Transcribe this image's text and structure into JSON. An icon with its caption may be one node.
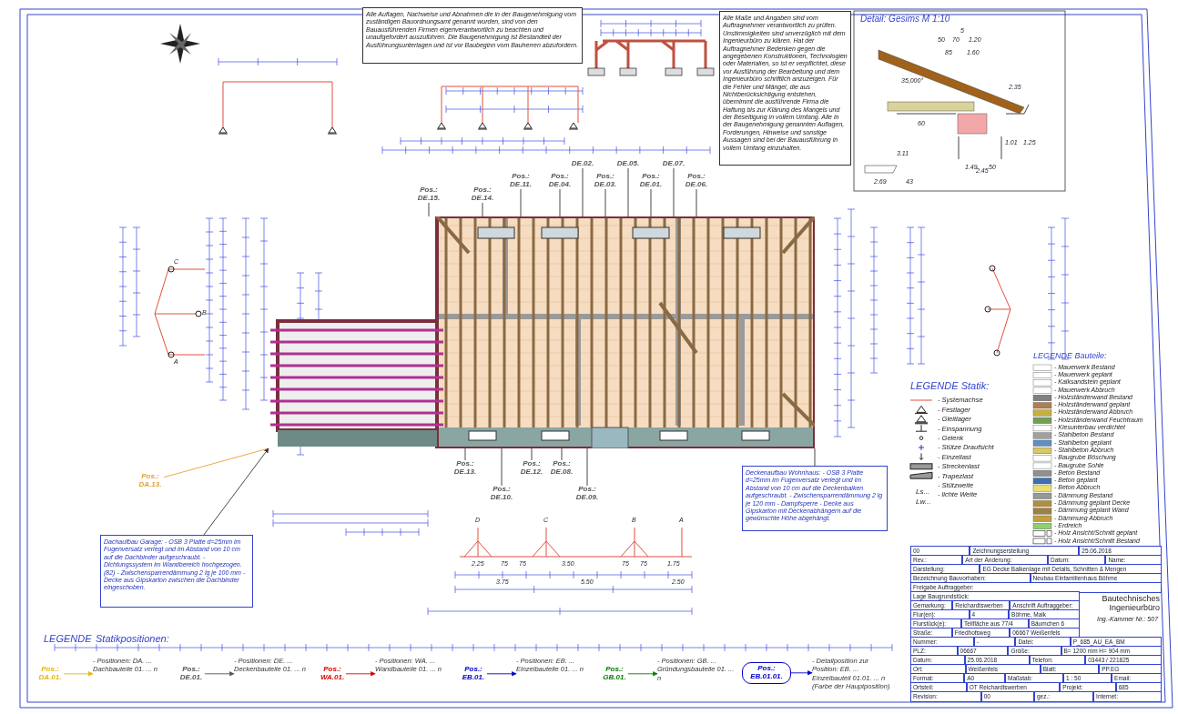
{
  "diagram": {
    "nodes": [
      {
        "text": [
          "Alle Auflagen, Nachweise und Abnahmen die in der Baugenehmigung vom zuständigen Bauordnungsamt genannt wurden, sind von den Bauausführenden Firmen eigenverantwortlich zu beachten und unaufgefordert auszuführen. Die Baugenehmigung ist Bestandteil der Ausführungsunterlagen und ist vor Baubeginn vom Bauherren abzufordern."
        ]
      },
      {
        "text": [
          "Alle Maße und Angaben sind vom Auftragnehmer verantwortlich zu prüfen. Unstimmigkeiten sind unverzüglich mit dem Ingenieurbüro zu klären. Hat der Auftragnehmer Bedenken gegen die angegebenen Konstruktionen, Technologien oder Materialien, so ist er verpflichtet, diese vor Ausführung der Bearbeitung und dem Ingenieurbüro schriftlich anzuzeigen. Für die Fehler und Mängel, die aus Nichtberücksichtigung entstehen, übernimmt die ausführende Firma die Haftung bis zur Klärung des Mangels und der Beseitigung in vollem Umfang. Alle in der Baugenehmigung genannten Auflagen, Forderungen, Hinweise und sonstige Aussagen sind bei der Bauausführung in vollem Umfang einzuhalten."
        ]
      },
      {
        "text": [
          "Pos.: DE.15."
        ]
      },
      {
        "text": [
          "Pos.: DE.14."
        ]
      },
      {
        "text": [
          "Pos.: DE.11."
        ]
      },
      {
        "text": [
          "Pos.: DE.04."
        ]
      },
      {
        "text": [
          "DE.02."
        ]
      },
      {
        "text": [
          "Pos.: DE.03."
        ]
      },
      {
        "text": [
          "Pos.: DE.01."
        ]
      },
      {
        "text": [
          "DE.05."
        ]
      },
      {
        "text": [
          "Pos.: DE.06."
        ]
      },
      {
        "text": [
          "DE.07."
        ]
      },
      {
        "text": [
          "Pos.: DE.13."
        ]
      },
      {
        "text": [
          "Pos.: DE.12."
        ]
      },
      {
        "text": [
          "Pos.: DE.08."
        ]
      },
      {
        "text": [
          "Pos.: DE.10."
        ]
      },
      {
        "text": [
          "Pos.: DE.09."
        ]
      },
      {
        "text": [
          "Pos.: DA.13."
        ]
      },
      {
        "text": [
          "Dachaufbau Garage: - OSB 3 Platte d=25mm im Fugenversatz verlegt und im Abstand von 10 cm auf die Dachbinder aufgeschraubt. - Dichtungssystem im Wandbereich hochgezogen. (82) - Zwischensparrendämmung 2 lg je 100 mm - Decke aus Gipskarton zwischen die Dachbinder eingeschoben."
        ]
      },
      {
        "text": [
          "Deckenaufbau Wohnhaus: - OSB 3 Platte d=25mm im Fugenversatz verlegt und im Abstand von 10 cm auf die Deckenbalken aufgeschraubt. - Zwischensparrendämmung 2 lg je 120 mm - Dampfsperre - Decke aus Gipskarton mit Deckenabhängern auf die gewünschte Höhe abgehängt."
        ]
      },
      {
        "text": [],
        "shape": "picture"
      },
      {
        "text": [
          "Pos.: DA.01."
        ]
      },
      {
        "text": [
          "- Positionen: DA. ... Dachbauteile 01. ... n"
        ]
      },
      {
        "text": [
          "Pos.: DE.01."
        ]
      },
      {
        "text": [
          "- Positionen: DE. ... Deckenbauteile 01. ... n"
        ]
      },
      {
        "text": [
          "Pos.: WA.01."
        ]
      },
      {
        "text": [
          "- Positionen: WA. ... Wandbauteile 01. ... n"
        ]
      },
      {
        "text": [
          "Pos.: EB.01."
        ]
      },
      {
        "text": [
          "- Positionen: EB. ... Einzelbauteile 01. ... n"
        ]
      },
      {
        "text": [
          "Pos.: GB.01."
        ]
      },
      {
        "text": [
          "- Positionen: GB. ... Gründungsbauteile 01. ... n"
        ]
      },
      {
        "text": [
          "Pos.: EB.01.01."
        ]
      },
      {
        "text": [
          "- Detailposition zur Position: EB. ... Einzelbauteil 01.01. ... n (Farbe der Hauptposition)"
        ]
      }
    ],
    "edges": [
      {
        "from": 2,
        "to": 20,
        "arrow": "none"
      },
      {
        "from": 3,
        "to": 20,
        "arrow": "none"
      },
      {
        "from": 4,
        "to": 20,
        "arrow": "none"
      },
      {
        "from": 5,
        "to": 20,
        "arrow": "none"
      },
      {
        "from": 6,
        "to": 20,
        "arrow": "none"
      },
      {
        "from": 7,
        "to": 20,
        "arrow": "none"
      },
      {
        "from": 8,
        "to": 20,
        "arrow": "none"
      },
      {
        "from": 9,
        "to": 20,
        "arrow": "none"
      },
      {
        "from": 10,
        "to": 20,
        "arrow": "none"
      },
      {
        "from": 11,
        "to": 20,
        "arrow": "none"
      },
      {
        "from": 12,
        "to": 20,
        "arrow": "none"
      },
      {
        "from": 13,
        "to": 20,
        "arrow": "none"
      },
      {
        "from": 14,
        "to": 20,
        "arrow": "none"
      },
      {
        "from": 15,
        "to": 20,
        "arrow": "none"
      },
      {
        "from": 16,
        "to": 20,
        "arrow": "none"
      },
      {
        "from": 17,
        "to": 20,
        "arrow": "none",
        "color": "#e8a030"
      },
      {
        "from": 18,
        "to": 20,
        "arrow": "to"
      },
      {
        "from": 19,
        "to": 20,
        "arrow": "none"
      },
      {
        "from": 21,
        "to": 22,
        "arrow": "to",
        "color": "#e6b800"
      },
      {
        "from": 23,
        "to": 24,
        "arrow": "to",
        "color": "#555555"
      },
      {
        "from": 25,
        "to": 26,
        "arrow": "to",
        "color": "#e00000"
      },
      {
        "from": 27,
        "to": 28,
        "arrow": "to",
        "color": "#0000cc"
      },
      {
        "from": 29,
        "to": 30,
        "arrow": "to",
        "color": "#008000"
      },
      {
        "from": 31,
        "to": 32,
        "arrow": "to",
        "color": "#0000cc"
      }
    ],
    "labels": [
      "LEGENDE",
      "Statikpositionen:",
      "LEGENDE Statik:",
      "LEGENDE Bauteile:",
      "Detail: Gesims M 1:10",
      "5",
      "50",
      "70",
      "1.20",
      "85",
      "1.60",
      "35,000°",
      "2.35",
      "60",
      "1.01",
      "1.25",
      "3.11",
      "1.49",
      "50",
      "2.45",
      "2.69",
      "43",
      "D",
      "C",
      "B",
      "A",
      "C",
      "B",
      "A",
      "2.25",
      "75",
      "75",
      "3.50",
      "75",
      "75",
      "1.75",
      "3.75",
      "5.50",
      "2.50",
      "00",
      "Zeichnungserstellung",
      "25.06.2018",
      "Rev.:",
      "Art der Änderung:",
      "Datum:",
      "Name:",
      "Darstellung:",
      "EG Decke Balkenlage mit Details, Schnitten & Mengen",
      "Bezeichnung Bauvorhaben:",
      "Neubau Einfamilienhaus Böhme",
      "Freigabe Auftraggeber:",
      "Bautechnisches Ingenieurbüro",
      "Ing.-Kammer Nr.: 507",
      "Lage Baugrundstück:",
      "Gemarkung:",
      "Reichardtswerben",
      "Anschrift Auftraggeber:",
      "Flur(en):",
      "4",
      "Böhme, Maik",
      "Flurstück(e):",
      "Teilfläche aus 77/4",
      "Bäumchen 6",
      "Straße:",
      "Friedhofsweg",
      "06667 Weißenfels",
      "Nummer:",
      "-",
      "Datei:",
      "P_685_AU_EA_BM",
      "PLZ:",
      "06667",
      "Größe:",
      "B= 1200 mm H= 904 mm",
      "Datum:",
      "25.06.2018",
      "Telefon:",
      "03443 / 221825",
      "Ort:",
      "Weißenfels",
      "Blatt:",
      "PP.EG",
      "Format:",
      "A0",
      "Maßstab:",
      "1 : 50",
      "Email:",
      "Ortsteil:",
      "OT Reichardtswerben",
      "Projekt:",
      "685",
      "Revision:",
      "00",
      "gez.:",
      "Internet:",
      "Ls...",
      "Lw..."
    ],
    "legend": [
      {
        "text": "- Systemachse"
      },
      {
        "text": "- Festlager"
      },
      {
        "text": "- Gleitlager"
      },
      {
        "text": "- Einspannung"
      },
      {
        "text": "- Gelenk"
      },
      {
        "text": "- Stütze Draufsicht"
      },
      {
        "text": "- Einzellast"
      },
      {
        "text": "- Streckenlast"
      },
      {
        "text": "- Trapezlast"
      },
      {
        "text": "- Stützweite"
      },
      {
        "text": "- lichte Weite"
      },
      {
        "text": "- Mauerwerk Bestand",
        "color": "#ffffff"
      },
      {
        "text": "- Mauerwerk geplant",
        "color": "#ffffff"
      },
      {
        "text": "- Kalksandstein geplant",
        "color": "#ffffff"
      },
      {
        "text": "- Mauerwerk Abbruch",
        "color": "#ffffff"
      },
      {
        "text": "- Holzständerwand Bestand",
        "color": "#808080"
      },
      {
        "text": "- Holzständerwand geplant",
        "color": "#b08050"
      },
      {
        "text": "- Holzständerwand Abbruch",
        "color": "#c8b040"
      },
      {
        "text": "- Holzständerwand Feuchtraum",
        "color": "#70a050"
      },
      {
        "text": "- Kiesunterbau verdichtet",
        "color": "#ffffff"
      },
      {
        "text": "- Stahlbeton Bestand",
        "color": "#a0a0a0"
      },
      {
        "text": "- Stahlbeton geplant",
        "color": "#6090c0"
      },
      {
        "text": "- Stahlbeton Abbruch",
        "color": "#d8c860"
      },
      {
        "text": "- Baugrube Böschung",
        "color": "#ffffff"
      },
      {
        "text": "- Baugrube Sohle",
        "color": "#ffffff"
      },
      {
        "text": "- Beton Bestand",
        "color": "#909090"
      },
      {
        "text": "- Beton geplant",
        "color": "#4070b0"
      },
      {
        "text": "- Beton Abbruch",
        "color": "#e8e070"
      },
      {
        "text": "- Dämmung Bestand",
        "color": "#989898"
      },
      {
        "text": "- Dämmung geplant Decke",
        "color": "#b09040"
      },
      {
        "text": "- Dämmung geplant Wand",
        "color": "#a08040"
      },
      {
        "text": "- Dämmung Abbruch",
        "color": "#c0a040"
      },
      {
        "text": "- Erdreich",
        "color": "#90d070"
      },
      {
        "text": "- Holz Ansicht/Schnitt geplant"
      },
      {
        "text": "- Holz Ansicht/Schnitt Bestand"
      }
    ]
  }
}
